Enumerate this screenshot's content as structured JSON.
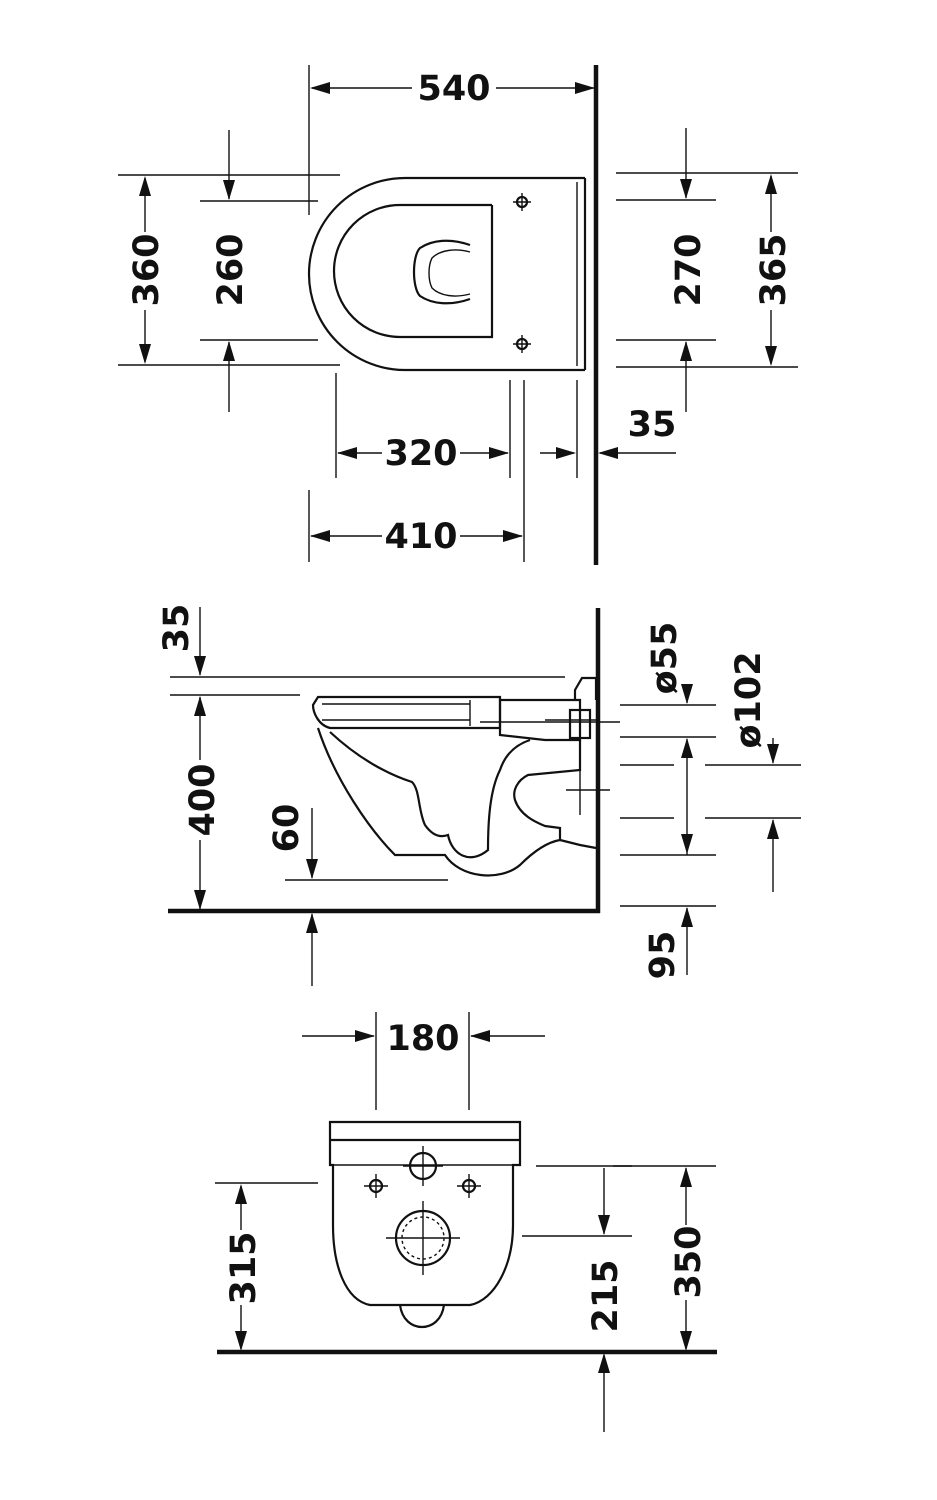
{
  "top_view": {
    "overall_length": "540",
    "fixing_spacing": "260",
    "overall_width": "360",
    "seat_hole_spacing": "270",
    "width_at_wall": "365",
    "wall_offset": "35",
    "length_to_bolts": "320",
    "length_to_outlet": "410"
  },
  "side_view": {
    "rim_height_offset": "35",
    "rim_height": "400",
    "bowl_clearance": "60",
    "inlet_diameter": "ø55",
    "outlet_diameter": "ø102",
    "outlet_height_offset": "95"
  },
  "front_view": {
    "bolt_spacing": "180",
    "bolt_height": "315",
    "outlet_height": "215",
    "top_height": "350"
  }
}
